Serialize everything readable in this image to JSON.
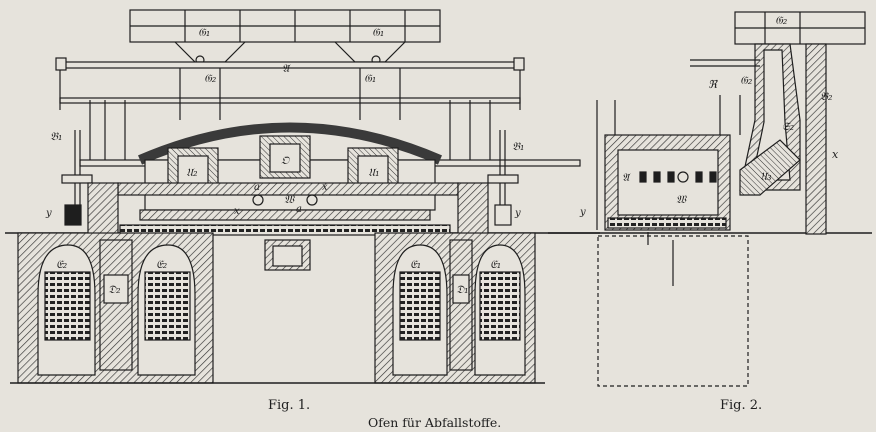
{
  "figure": {
    "caption": "Ofen für Abfallstoffe.",
    "fig1_label": "Fig. 1.",
    "fig2_label": "Fig. 2."
  },
  "labels": {
    "G2_top": "𝔊₁",
    "G1_top": "𝔊₁",
    "G2": "𝔊₂",
    "G1": "𝔊₁",
    "A_top": "𝔄",
    "B1": "𝔅₁",
    "B1_right": "𝔅₁",
    "U2": "𝔘₂",
    "O": "𝔒",
    "U1": "𝔘₁",
    "W": "𝔚",
    "W2": "𝔚",
    "a1": "a",
    "a2": "a",
    "x1": "x",
    "x2": "x",
    "y1": "y",
    "y2": "y",
    "y3": "y",
    "E2": "𝔈₂",
    "E2b": "𝔈₂",
    "D2": "𝔇₂",
    "E1": "𝔈₁",
    "E1b": "𝔈₁",
    "D1": "𝔇₁",
    "A2": "𝔄",
    "U3": "𝔘₃",
    "S2": "𝔖₂",
    "G2b": "𝔊₂",
    "G3": "𝔊₂",
    "R": "ℜ",
    "B2": "𝔅₂",
    "x3": "x"
  },
  "colors": {
    "paper": "#e6e3dc",
    "ink": "#1e1e1e",
    "hatch": "#3a3a3a"
  }
}
